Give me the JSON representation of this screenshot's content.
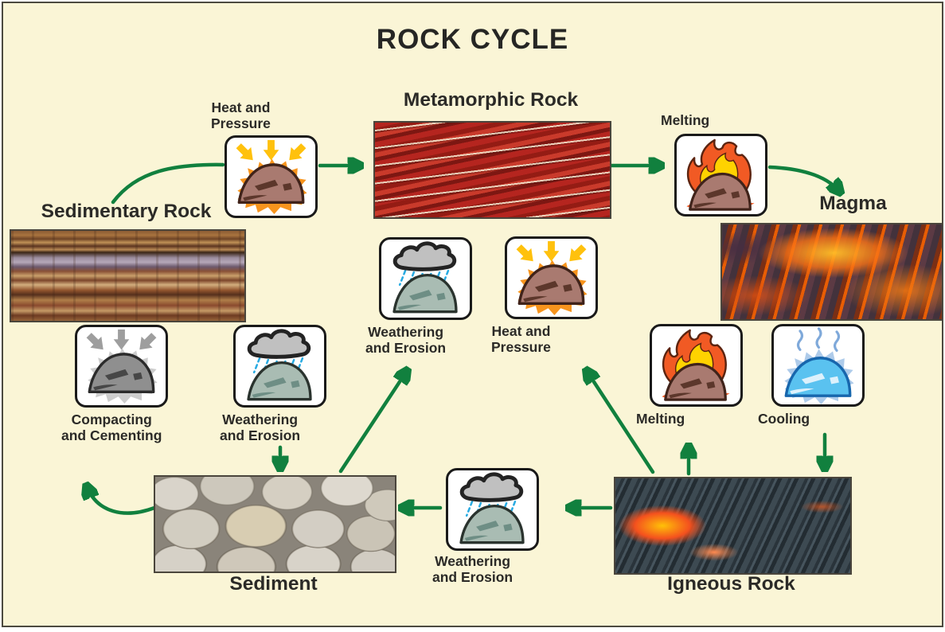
{
  "title": "ROCK CYCLE",
  "colors": {
    "background": "#FAF5D6",
    "arrow_green": "#11803E",
    "label_text": "#2B2A27",
    "icon_border": "#1A1A1A",
    "heat_glow_orange": "#F7941D",
    "flame_orange": "#F15A24",
    "flame_yellow": "#FFD200",
    "pressure_arrow_yellow": "#FFC10D",
    "rain_blue": "#29ABE2",
    "cool_blue": "#5AC2F0"
  },
  "nodes": {
    "sedimentary": {
      "label": "Sedimentary Rock",
      "photo_icon": "sedimentary-rock-photo"
    },
    "metamorphic": {
      "label": "Metamorphic Rock",
      "photo_icon": "metamorphic-rock-photo"
    },
    "magma": {
      "label": "Magma",
      "photo_icon": "magma-photo"
    },
    "igneous": {
      "label": "Igneous Rock",
      "photo_icon": "igneous-rock-photo"
    },
    "sediment": {
      "label": "Sediment",
      "photo_icon": "sediment-photo"
    }
  },
  "processes": {
    "heat_pressure_top": {
      "lines": [
        "Heat and",
        "Pressure"
      ],
      "icon": "heat-pressure-icon"
    },
    "melting_top": {
      "lines": [
        "Melting"
      ],
      "icon": "melting-icon"
    },
    "weathering_center": {
      "lines": [
        "Weathering",
        "and Erosion"
      ],
      "icon": "weathering-erosion-icon"
    },
    "heat_pressure_center": {
      "lines": [
        "Heat and",
        "Pressure"
      ],
      "icon": "heat-pressure-icon"
    },
    "compacting": {
      "lines": [
        "Compacting",
        "and Cementing"
      ],
      "icon": "compacting-cementing-icon"
    },
    "weathering_left": {
      "lines": [
        "Weathering",
        "and Erosion"
      ],
      "icon": "weathering-erosion-icon"
    },
    "melting_right": {
      "lines": [
        "Melting"
      ],
      "icon": "melting-icon"
    },
    "cooling": {
      "lines": [
        "Cooling"
      ],
      "icon": "cooling-icon"
    },
    "weathering_bottom": {
      "lines": [
        "Weathering",
        "and Erosion"
      ],
      "icon": "weathering-erosion-icon"
    }
  },
  "connections": [
    {
      "from": "Sedimentary Rock",
      "via": "Heat and Pressure",
      "to": "Metamorphic Rock"
    },
    {
      "from": "Metamorphic Rock",
      "via": "Melting",
      "to": "Magma"
    },
    {
      "from": "Sediment",
      "to": "Weathering and Erosion (center)"
    },
    {
      "from": "Igneous Rock",
      "to": "Heat and Pressure (center)"
    },
    {
      "from": "Igneous Rock",
      "to": "Melting (right)"
    },
    {
      "from": "Cooling",
      "to": "Igneous Rock"
    },
    {
      "from": "Igneous Rock",
      "via": "Weathering and Erosion (bottom)",
      "to": "Sediment"
    },
    {
      "from": "Weathering and Erosion (left)",
      "to": "Sediment"
    },
    {
      "from": "Sediment",
      "to": "Compacting and Cementing"
    }
  ]
}
